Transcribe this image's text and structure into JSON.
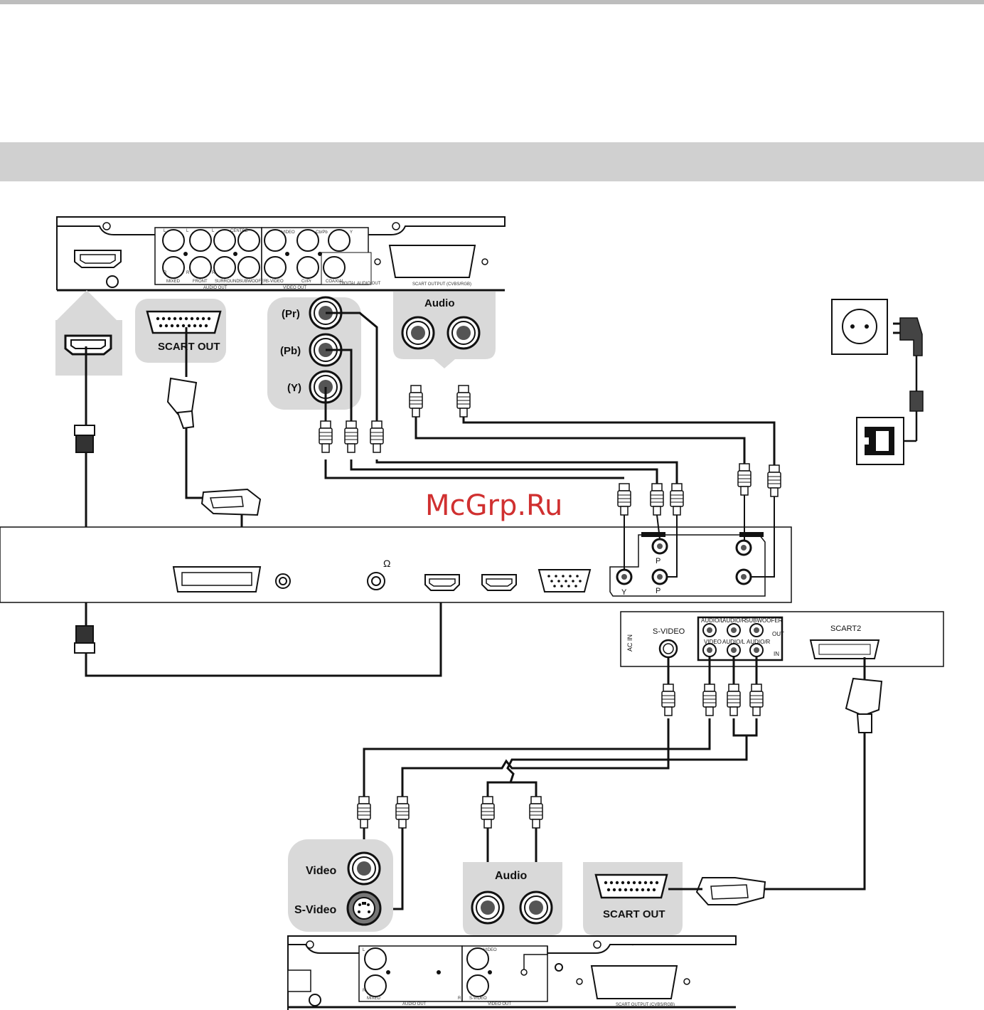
{
  "watermark": "McGrp.Ru",
  "dvd_top": {
    "hdmi_socket": "hdmi-port",
    "audio_out_labels": [
      "L",
      "L",
      "L",
      "CENTRE",
      "R",
      "R",
      "R",
      "MIXED",
      "FRONT",
      "SURROUND",
      "SUBWOOFER",
      "AUDIO OUT"
    ],
    "video_out_labels": [
      "VIDEO",
      "Cb/Pb",
      "Y",
      "S-VIDEO",
      "Cr/Pr",
      "COAXIAL",
      "DIGITAL AUDIO OUT",
      "VIDEO OUT"
    ],
    "scart_label": "SCART OUTPUT (CVBS/RGB)"
  },
  "callouts": {
    "scart_out": "SCART OUT",
    "pr": "(Pr)",
    "pb": "(Pb)",
    "y": "(Y)",
    "audio": "Audio",
    "video": "Video",
    "s_video": "S-Video",
    "audio_bottom": "Audio",
    "scart_out_bottom": "SCART OUT"
  },
  "tv": {
    "omega": "Ω",
    "y": "Y",
    "p_top": "P",
    "p_bottom": "P"
  },
  "rear_panel": {
    "ac_in": "AC IN",
    "s_video": "S-VIDEO",
    "audio_l_out": "AUDIO/L",
    "audio_r_out": "AUDIO/R",
    "subwoofer": "SUBWOOFER",
    "out": "OUT",
    "video": "VIDEO",
    "audio_l_in": "AUDIO/L",
    "audio_r_in": "AUDIO/R",
    "in": "IN",
    "scart2": "SCART2"
  },
  "dvd_bottom": {
    "labels": [
      "L",
      "R",
      "MIXED",
      "AUDIO OUT",
      "VIDEO",
      "S-VIDEO",
      "VIDEO OUT",
      "R"
    ],
    "scart_label": "SCART OUTPUT (CVBS/RGB)"
  },
  "colors": {
    "panel_fill": "#d9d9d9",
    "line": "#111111",
    "socket_center": "#555555",
    "watermark": "#d03030"
  }
}
